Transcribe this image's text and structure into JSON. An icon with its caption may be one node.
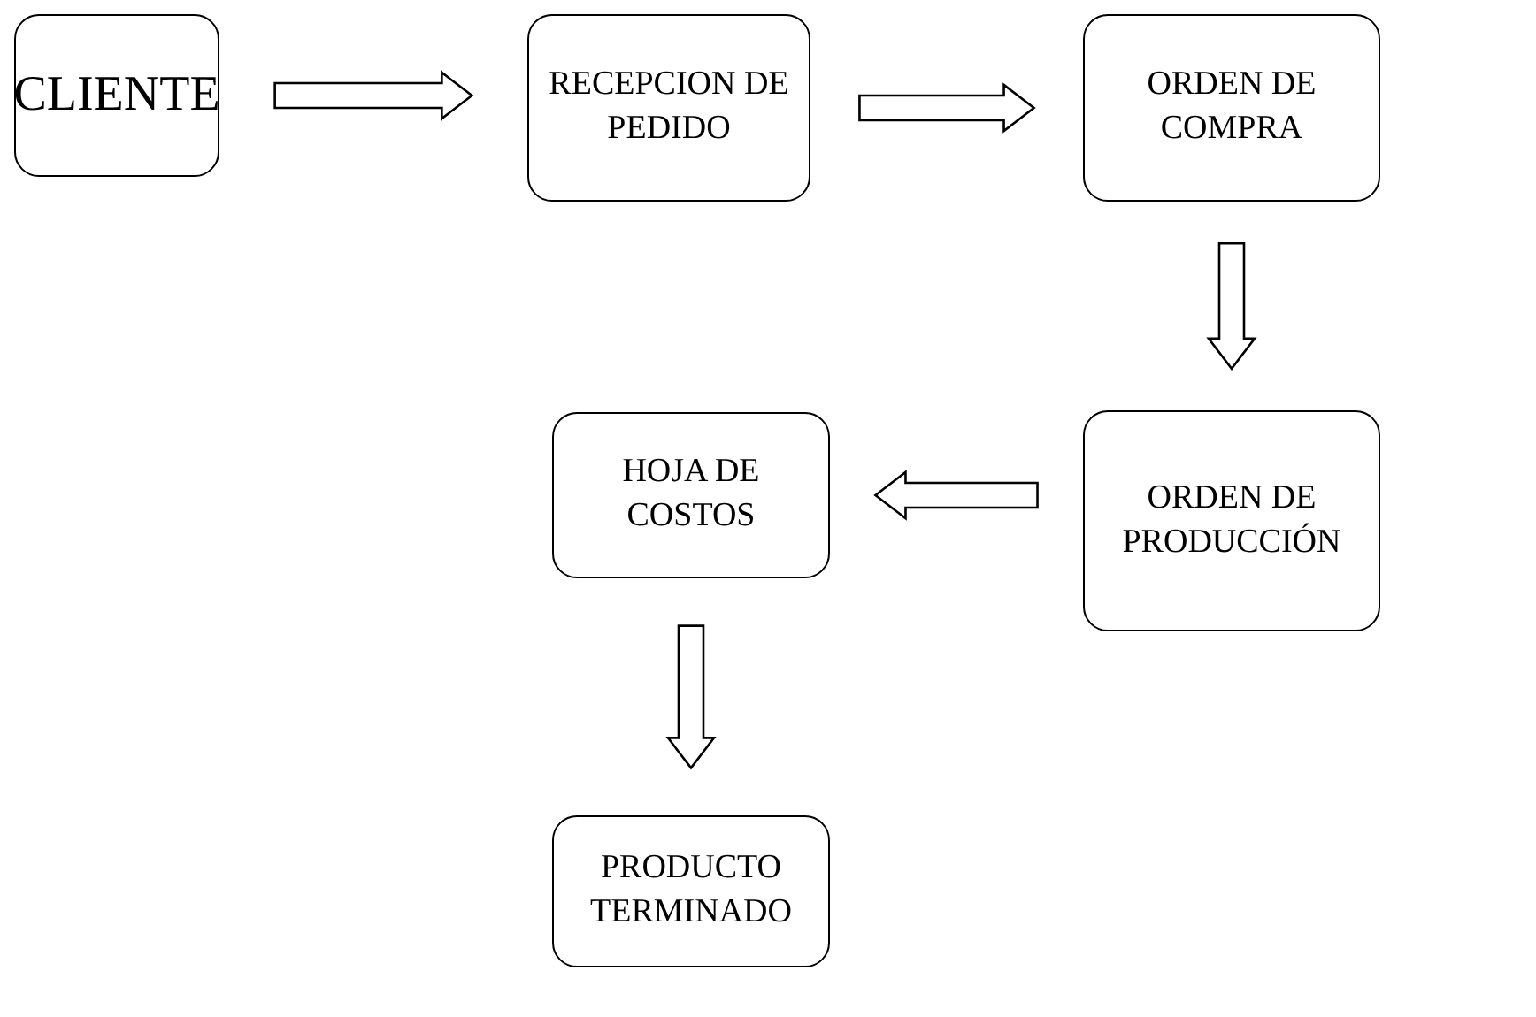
{
  "diagram": {
    "nodes": [
      {
        "text": [
          "CLIENTE"
        ]
      },
      {
        "text": [
          "RECEPCION DE PEDIDO"
        ]
      },
      {
        "text": [
          "ORDEN DE COMPRA"
        ]
      },
      {
        "text": [
          "ORDEN DE PRODUCCIÓN"
        ]
      },
      {
        "text": [
          "HOJA DE COSTOS"
        ]
      },
      {
        "text": [
          "PRODUCTO TERMINADO"
        ]
      }
    ],
    "edges": [
      {
        "from": 0,
        "to": 1,
        "arrow": "to"
      },
      {
        "from": 1,
        "to": 2,
        "arrow": "to"
      },
      {
        "from": 2,
        "to": 3,
        "arrow": "to"
      },
      {
        "from": 3,
        "to": 4,
        "arrow": "to"
      },
      {
        "from": 4,
        "to": 5,
        "arrow": "to"
      }
    ]
  }
}
